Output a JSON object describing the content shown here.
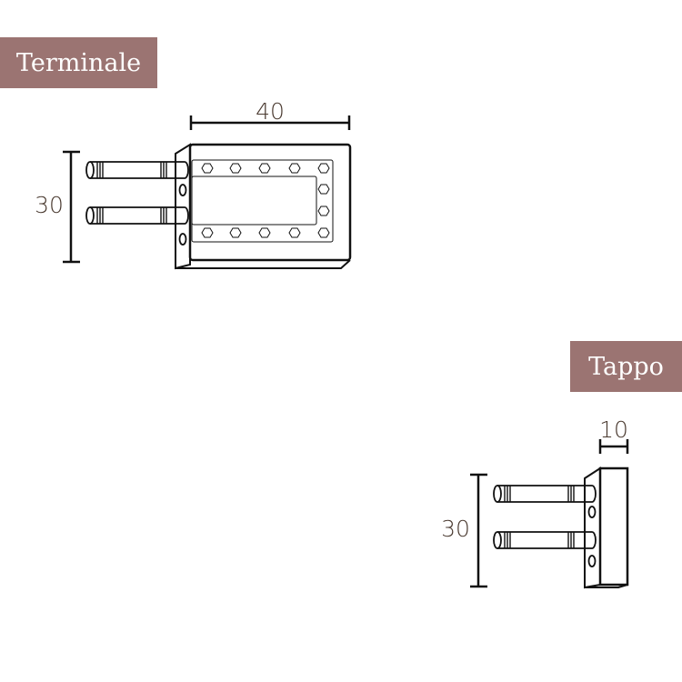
{
  "labels": {
    "terminale": "Terminale",
    "tappo": "Tappo"
  },
  "terminale": {
    "width_dim": "40",
    "height_dim": "30"
  },
  "tappo": {
    "width_dim": "10",
    "height_dim": "30"
  },
  "colors": {
    "label_bg": "#9b7472",
    "line": "#111111"
  }
}
